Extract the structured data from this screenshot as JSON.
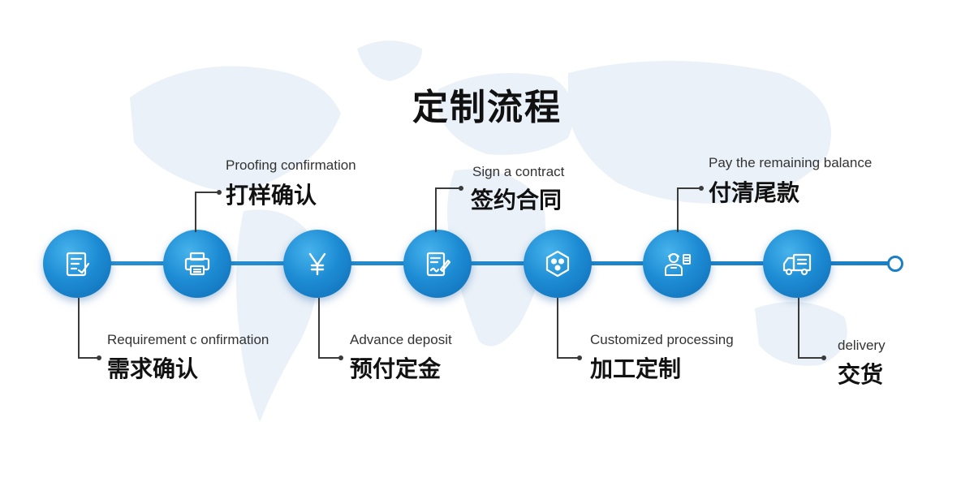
{
  "title": "定制流程",
  "steps": [
    {
      "en": "Requirement  c onfirmation",
      "zh": "需求确认",
      "icon": "document-check-icon"
    },
    {
      "en": "Proofing confirmation",
      "zh": "打样确认",
      "icon": "printer-icon"
    },
    {
      "en": "Advance deposit",
      "zh": "预付定金",
      "icon": "yen-icon"
    },
    {
      "en": "Sign a contract",
      "zh": "签约合同",
      "icon": "contract-sign-icon"
    },
    {
      "en": "Customized processing",
      "zh": "加工定制",
      "icon": "processing-hexagon-icon"
    },
    {
      "en": "Pay the remaining balance",
      "zh": "付清尾款",
      "icon": "payment-worker-icon"
    },
    {
      "en": "delivery",
      "zh": "交货",
      "icon": "delivery-truck-icon"
    }
  ],
  "colors": {
    "accent": "#1a7fc6",
    "circle_light": "#46b3ec",
    "circle_dark": "#0e6cb4",
    "map": "#e8f0f7"
  }
}
